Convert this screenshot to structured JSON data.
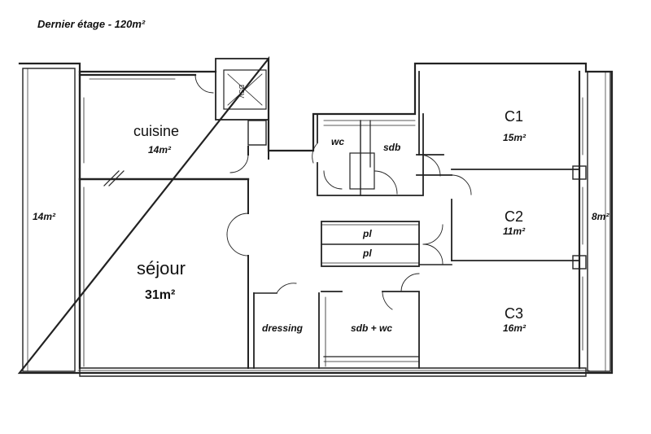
{
  "title": "Dernier étage - 120m²",
  "rooms": {
    "cuisine": {
      "name": "cuisine",
      "area": "14m²"
    },
    "sejour": {
      "name": "séjour",
      "area": "31m²"
    },
    "c1": {
      "name": "C1",
      "area": "15m²"
    },
    "c2": {
      "name": "C2",
      "area": "11m²"
    },
    "c3": {
      "name": "C3",
      "area": "16m²"
    },
    "wc": {
      "name": "wc"
    },
    "sdb": {
      "name": "sdb"
    },
    "sdb_wc": {
      "name": "sdb + wc"
    },
    "dressing": {
      "name": "dressing"
    },
    "placard_1": {
      "name": "pl"
    },
    "placard_2": {
      "name": "pl"
    },
    "terrace_left": {
      "area": "14m²"
    },
    "terrace_right": {
      "area": "8m²"
    }
  },
  "shaft_label": "DSV"
}
